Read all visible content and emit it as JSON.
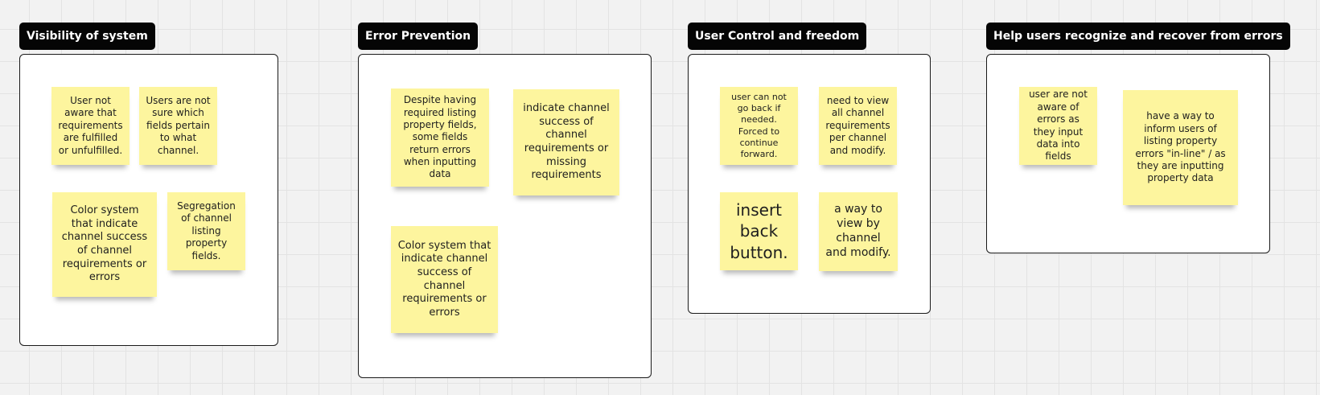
{
  "frames": [
    {
      "title": "Visibility of system",
      "stickies": [
        "User not aware that requirements are fulfilled or unfulfilled.",
        "Users are not sure which fields pertain to what channel.",
        "Color system that indicate channel success of channel requirements or errors",
        "Segregation of channel listing property fields."
      ]
    },
    {
      "title": "Error Prevention",
      "stickies": [
        "Despite having required listing property fields, some fields return errors when inputting data",
        "indicate channel success of channel requirements or missing requirements",
        "Color system that indicate channel success of channel requirements or errors"
      ]
    },
    {
      "title": "User Control and freedom",
      "stickies": [
        "user can not go back if needed. Forced to continue forward.",
        "need to view all channel requirements per channel and modify.",
        "insert back button.",
        "a way to view by channel and modify."
      ]
    },
    {
      "title": "Help users recognize and recover from errors",
      "stickies": [
        "user are not aware of errors as they input data into fields",
        "have a way to inform users of listing property errors \"in-line\" / as they are inputting property data"
      ]
    }
  ],
  "colors": {
    "canvas": "#f2f2f2",
    "grid": "#e3e3e3",
    "label_bg": "#050505",
    "label_text": "#ffffff",
    "frame_bg": "#ffffff",
    "frame_border": "#1a1a1a",
    "sticky": "#fdf59e"
  }
}
